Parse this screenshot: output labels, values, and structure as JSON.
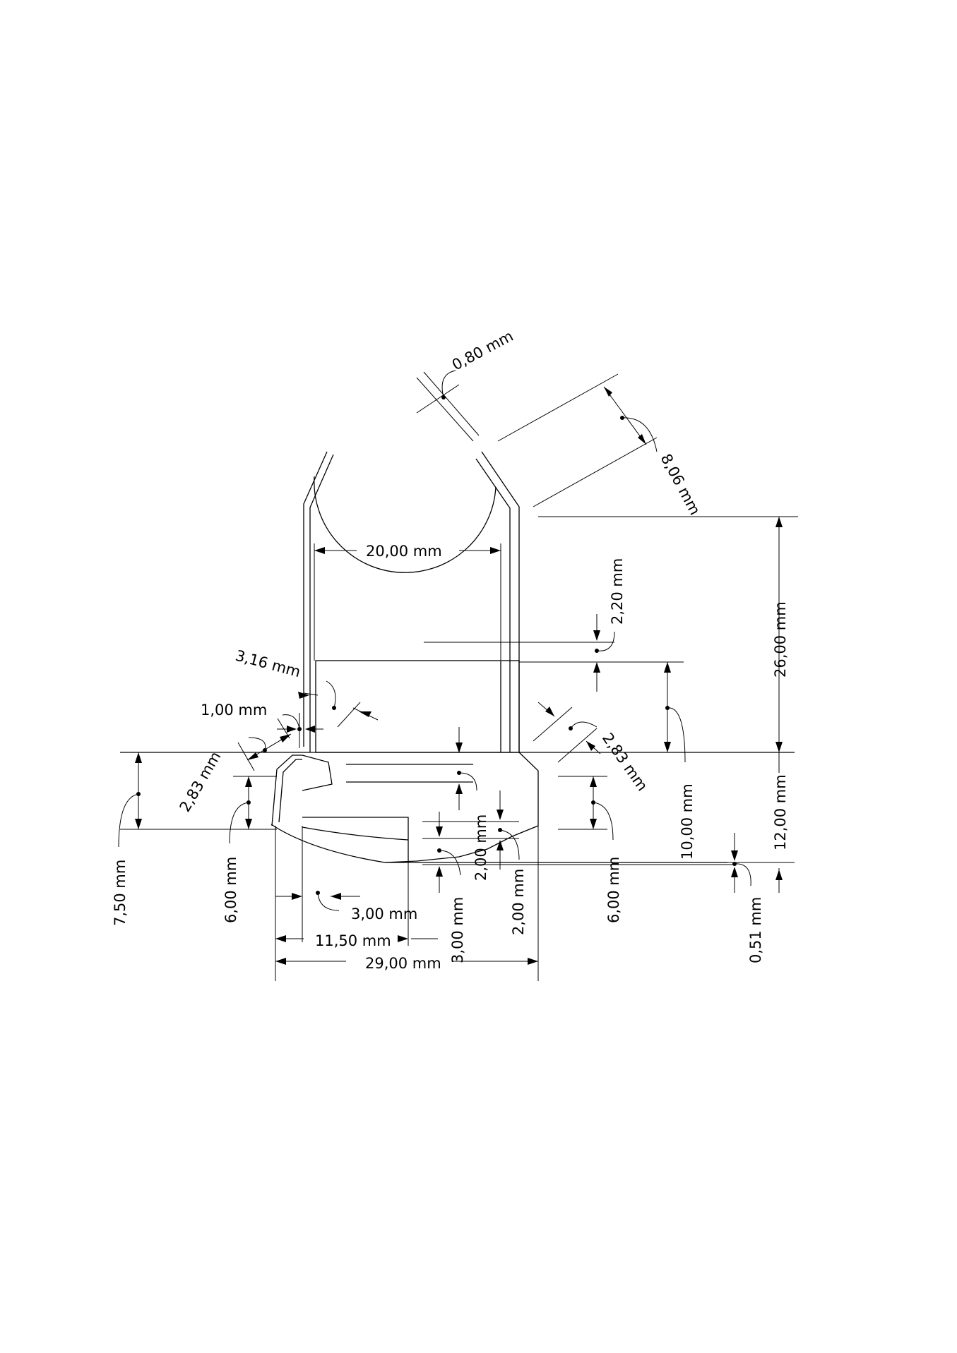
{
  "dimensions": {
    "d_0_80": "0,80 mm",
    "d_8_06": "8,06 mm",
    "d_20_00": "20,00 mm",
    "d_26_00": "26,00 mm",
    "d_2_20": "2,20 mm",
    "d_3_16": "3,16 mm",
    "d_1_00": "1,00 mm",
    "d_2_83_left": "2,83 mm",
    "d_2_83_right": "2,83 mm",
    "d_10_00": "10,00 mm",
    "d_12_00": "12,00 mm",
    "d_7_50": "7,50 mm",
    "d_6_00_left": "6,00 mm",
    "d_6_00_right": "6,00 mm",
    "d_3_00_horizontal": "3,00 mm",
    "d_11_50": "11,50 mm",
    "d_29_00": "29,00 mm",
    "d_2_00_upper": "2,00 mm",
    "d_2_00_lower": "2,00 mm",
    "d_3_00_vertical": "3,00 mm",
    "d_0_51": "0,51 mm"
  }
}
